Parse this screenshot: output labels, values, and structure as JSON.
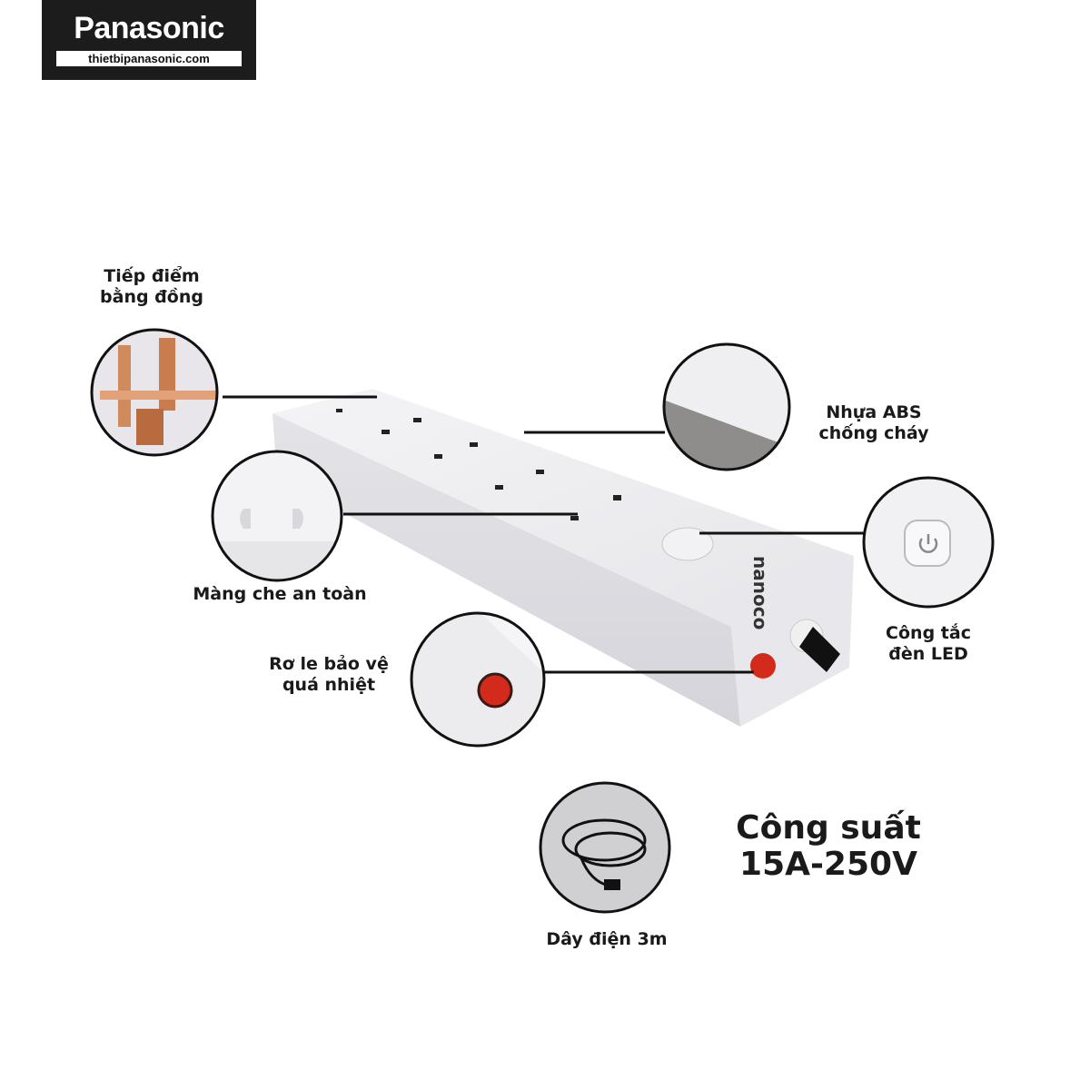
{
  "logo": {
    "brand": "Panasonic",
    "site": "thietbipanasonic.com"
  },
  "product": {
    "brand_mark": "nanoco"
  },
  "features": [
    {
      "line1": "Tiếp điểm",
      "line2": "bằng đồng"
    },
    {
      "line1": "Nhựa ABS",
      "line2": "chống cháy"
    },
    {
      "line1": "Màng che an toàn"
    },
    {
      "line1": "Công tắc",
      "line2": "đèn LED"
    },
    {
      "line1": "Rơ le bảo vệ",
      "line2": "quá nhiệt"
    },
    {
      "line1": "Dây điện 3m"
    }
  ],
  "rating": {
    "line1": "Công suất",
    "line2": "15A-250V"
  },
  "colors": {
    "relay": "#d42a1c",
    "copper": "#d08a5c",
    "outline": "#111111"
  }
}
